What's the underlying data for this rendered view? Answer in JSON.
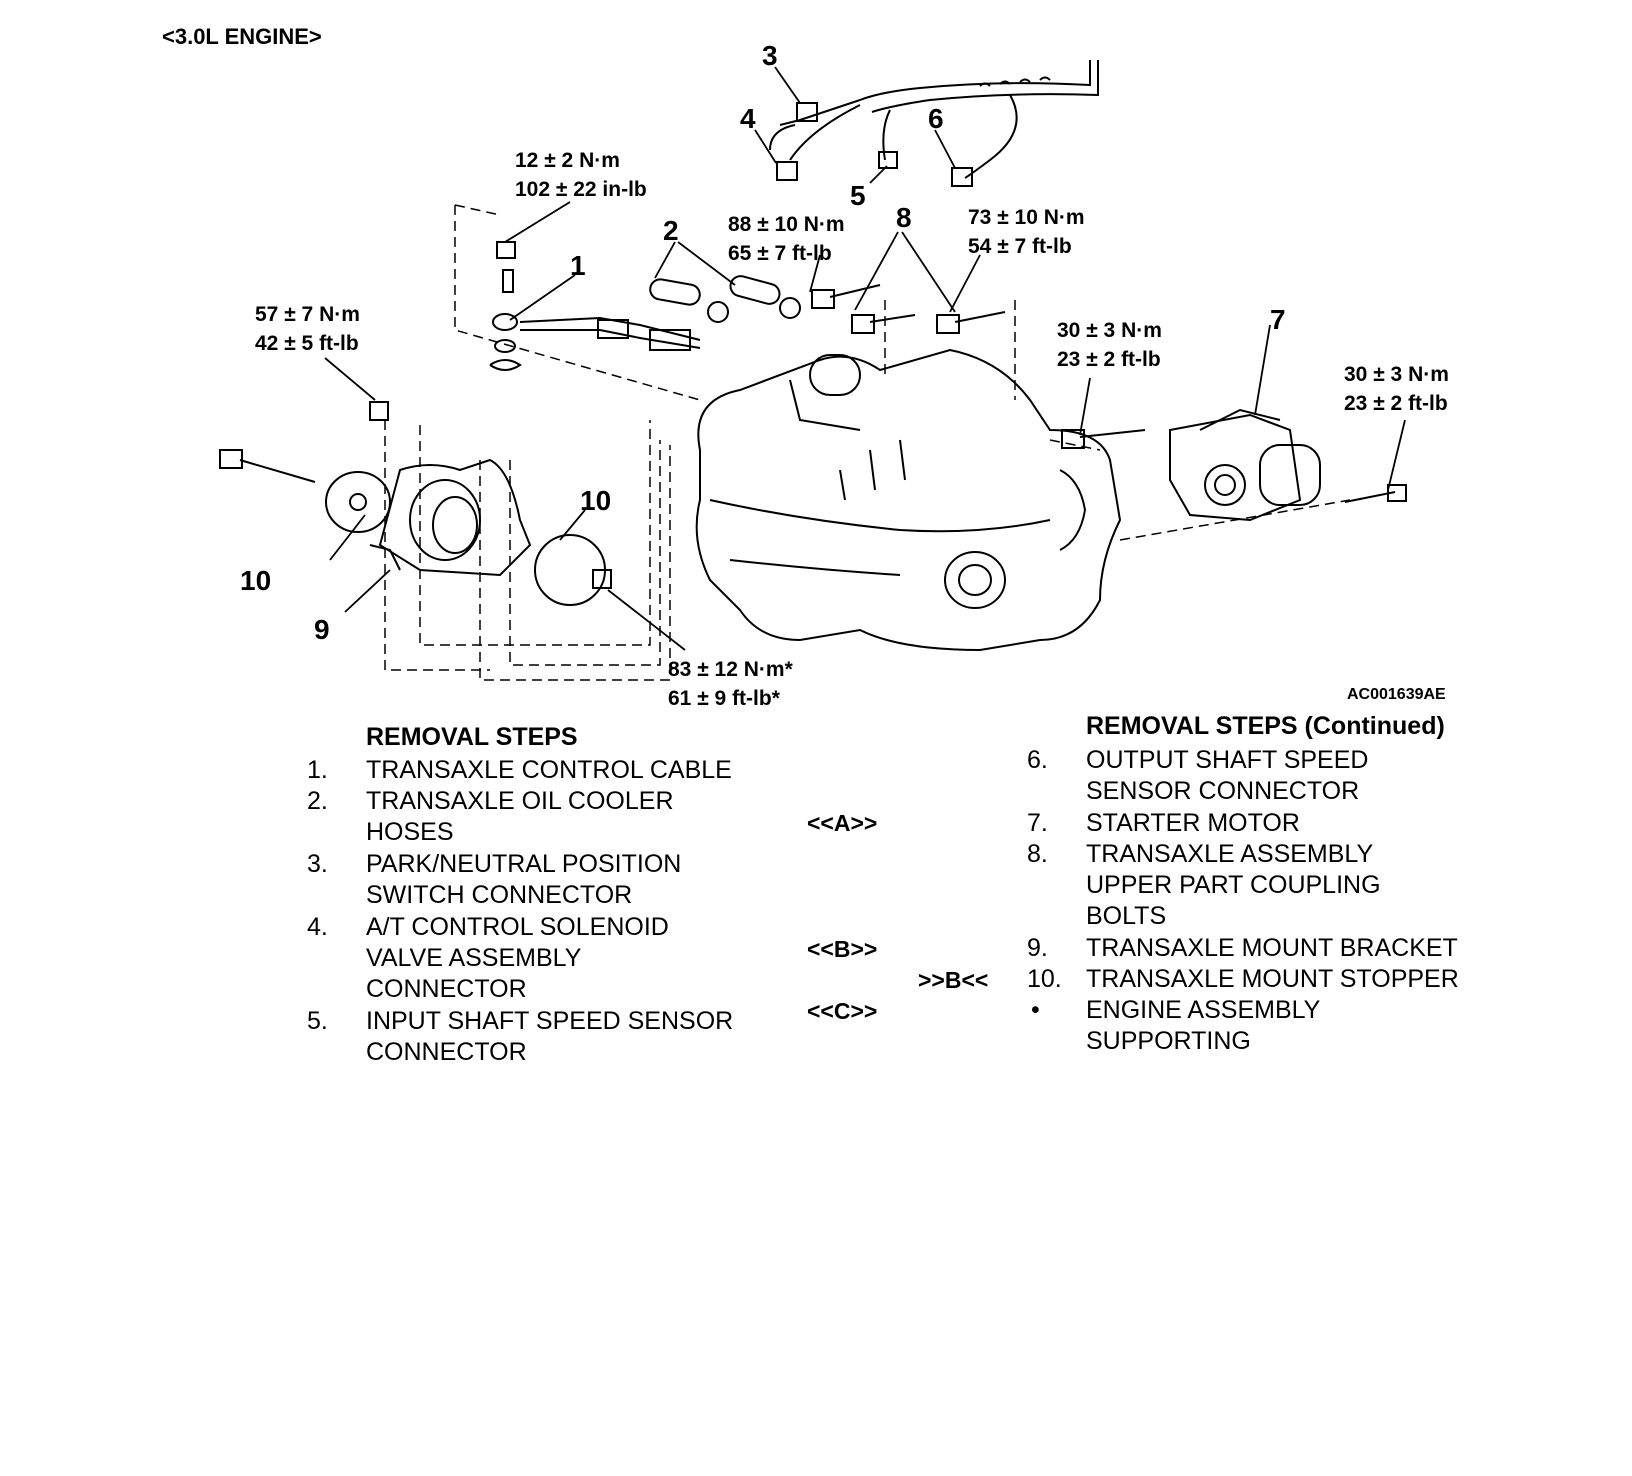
{
  "header": "<3.0L ENGINE>",
  "figure_id": "AC001639AE",
  "torque_specs": [
    {
      "id": "t1",
      "metric": "12 ± 2 N·m",
      "imperial": "102 ± 22 in-lb"
    },
    {
      "id": "t2",
      "metric": "88 ± 10 N·m",
      "imperial": "65 ± 7 ft-lb"
    },
    {
      "id": "t3",
      "metric": "73 ± 10 N·m",
      "imperial": "54 ± 7 ft-lb"
    },
    {
      "id": "t4",
      "metric": "57 ± 7 N·m",
      "imperial": "42 ± 5 ft-lb"
    },
    {
      "id": "t5",
      "metric": "30 ± 3 N·m",
      "imperial": "23 ± 2 ft-lb"
    },
    {
      "id": "t6",
      "metric": "30 ± 3 N·m",
      "imperial": "23 ± 2 ft-lb"
    },
    {
      "id": "t7",
      "metric": "83 ± 12 N·m*",
      "imperial": "61 ± 9 ft-lb*"
    }
  ],
  "callouts": [
    "1",
    "2",
    "3",
    "4",
    "5",
    "6",
    "7",
    "8",
    "9",
    "10",
    "10"
  ],
  "left_column": {
    "title": "REMOVAL STEPS",
    "steps": [
      {
        "num": "1.",
        "lines": [
          "TRANSAXLE CONTROL CABLE"
        ],
        "mark": ""
      },
      {
        "num": "2.",
        "lines": [
          "TRANSAXLE OIL COOLER",
          "HOSES"
        ],
        "mark": "<<A>>"
      },
      {
        "num": "3.",
        "lines": [
          "PARK/NEUTRAL POSITION",
          "SWITCH CONNECTOR"
        ],
        "mark": ""
      },
      {
        "num": "4.",
        "lines": [
          "A/T CONTROL SOLENOID",
          "VALVE ASSEMBLY",
          "CONNECTOR"
        ],
        "mark": "<<B>>"
      },
      {
        "num": "5.",
        "lines": [
          "INPUT SHAFT SPEED SENSOR",
          "CONNECTOR"
        ],
        "mark": "<<C>>"
      }
    ]
  },
  "right_column": {
    "title": "REMOVAL STEPS (Continued)",
    "install_mark": ">>B<<",
    "steps": [
      {
        "num": "6.",
        "lines": [
          "OUTPUT SHAFT SPEED",
          "SENSOR CONNECTOR"
        ]
      },
      {
        "num": "7.",
        "lines": [
          "STARTER MOTOR"
        ]
      },
      {
        "num": "8.",
        "lines": [
          "TRANSAXLE ASSEMBLY",
          "UPPER PART COUPLING",
          "BOLTS"
        ]
      },
      {
        "num": "9.",
        "lines": [
          "TRANSAXLE MOUNT BRACKET"
        ]
      },
      {
        "num": "10.",
        "lines": [
          "TRANSAXLE MOUNT STOPPER"
        ]
      },
      {
        "num": "•",
        "lines": [
          "ENGINE ASSEMBLY",
          "SUPPORTING"
        ]
      }
    ]
  }
}
